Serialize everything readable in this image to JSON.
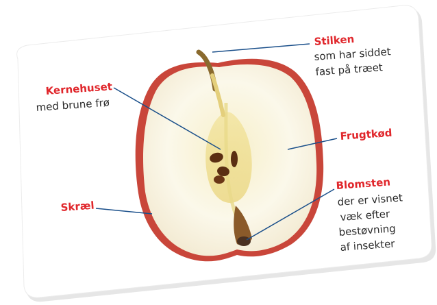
{
  "labels": {
    "stilken": {
      "title": "Stilken",
      "desc": [
        "som har siddet",
        "fast på træet"
      ]
    },
    "kernehuset": {
      "title": "Kernehuset",
      "desc": [
        "med brune frø"
      ]
    },
    "frugtkod": {
      "title": "Frugtkød"
    },
    "skrael": {
      "title": "Skræl"
    },
    "blomsten": {
      "title": "Blomsten",
      "desc": [
        "der er visnet",
        "væk efter",
        "bestøvning",
        "af insekter"
      ]
    }
  },
  "colors": {
    "accent_label": "#e0262b",
    "leader_line": "#1a4f8a",
    "card_fill": "#ffffff",
    "card_shadow": "#d9d9d9",
    "apple_flesh": "#fbf7e6",
    "apple_skin": "#c23a2e",
    "seed": "#5a2e12"
  }
}
